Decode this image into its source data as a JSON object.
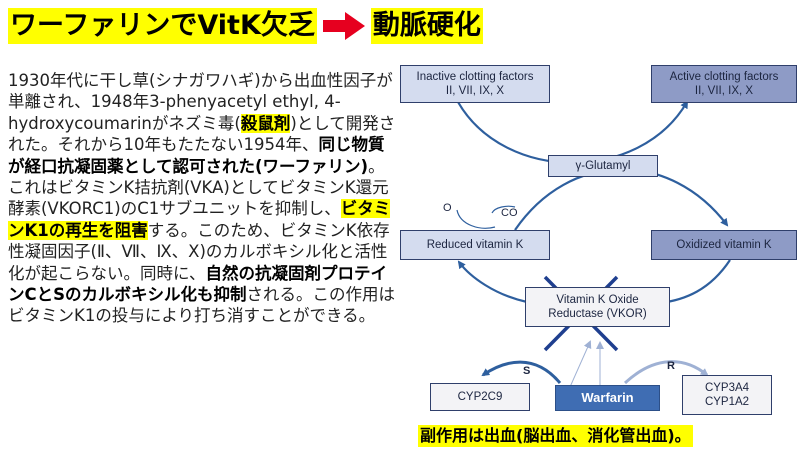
{
  "title": {
    "left": "ワーファリンでVitK欠乏",
    "right": "動脈硬化",
    "arrow_color": "#e6001f",
    "highlight_color": "#ffff00"
  },
  "body_text": [
    {
      "t": "1930年代に干し草(シナガワハギ)から出血性因子が単離され、1948年3-phenyacetyl ethyl, 4-hydroxycoumarinがネズミ毒(",
      "s": "n"
    },
    {
      "t": "殺鼠剤",
      "s": "bh"
    },
    {
      "t": ")として開発された。それから10年もたたない1954年、",
      "s": "n"
    },
    {
      "t": "同じ物質が経口抗凝固薬として認可された(ワーファリン)",
      "s": "b"
    },
    {
      "t": "。これはビタミンK拮抗剤(VKA)としてビタミンK還元酵素(VKORC1)のC1サブユニットを抑制し、",
      "s": "n"
    },
    {
      "t": "ビタミンK1の再生を阻害",
      "s": "bh"
    },
    {
      "t": "する。このため、ビタミンK依存性凝固因子(Ⅱ、Ⅶ、Ⅸ、Ⅹ)のカルボキシル化と活性化が起こらない。同時に、",
      "s": "n"
    },
    {
      "t": "自然の抗凝固剤プロテインCとSのカルボキシル化も抑制",
      "s": "b"
    },
    {
      "t": "される。この作用はビタミンK1の投与により打ち消すことができる。",
      "s": "n"
    }
  ],
  "diagram": {
    "inactive": {
      "l1": "Inactive clotting factors",
      "l2": "II, VII, IX, X"
    },
    "active": {
      "l1": "Active clotting factors",
      "l2": "II, VII, IX, X"
    },
    "glutamyl": "γ-Glutamyl",
    "o_label": "O",
    "co_label": "CO",
    "reduced": "Reduced vitamin K",
    "oxidized": "Oxidized vitamin K",
    "vkor": {
      "l1": "Vitamin K Oxide",
      "l2": "Reductase (VKOR)"
    },
    "s_label": "S",
    "r_label": "R",
    "cyp2c9": "CYP2C9",
    "warfarin": "Warfarin",
    "cyp3a4": {
      "l1": "CYP3A4",
      "l2": "CYP1A2"
    },
    "colors": {
      "arrow": "#2e5f9e",
      "cross": "#1f3f8f",
      "light_arrow": "#9fb1d4"
    }
  },
  "footer": "副作用は出血(脳出血、消化管出血)。"
}
